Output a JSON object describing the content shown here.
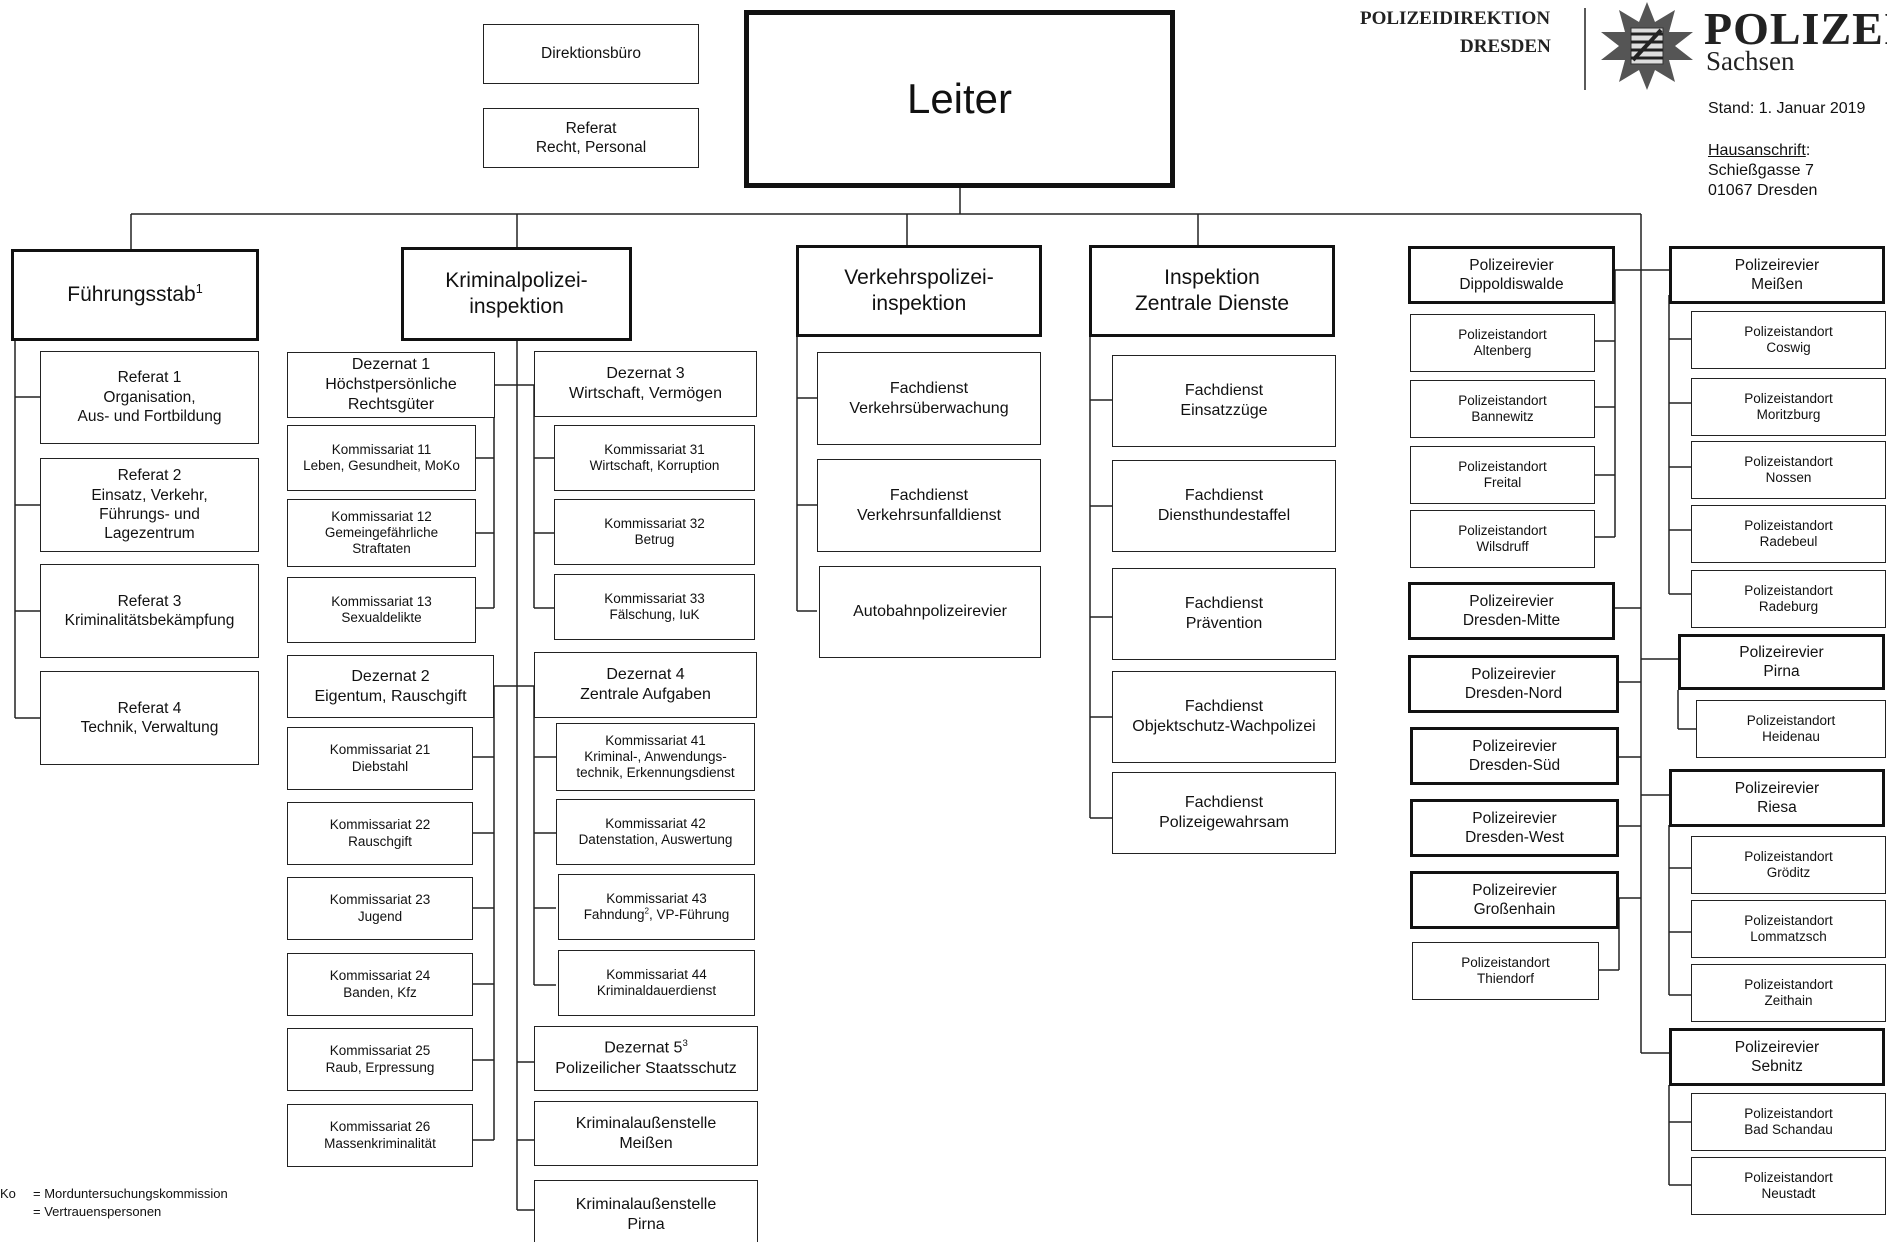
{
  "header": {
    "direction_line1": "POLIZEIDIREKTION",
    "direction_line2": "DRESDEN",
    "brand_word": "POLIZEI",
    "brand_state": "Sachsen",
    "stand": "Stand: 1. Januar 2019",
    "address_label": "Hausanschrift",
    "address_colon": ":",
    "address_street": "Schießgasse 7",
    "address_city": "01067 Dresden"
  },
  "top": {
    "leiter": "Leiter",
    "direktionsbuero": "Direktionsbüro",
    "referat_recht": [
      "Referat",
      "Recht, Personal"
    ]
  },
  "fuehrungsstab": {
    "title": "Führungsstab",
    "title_sup": "1",
    "units": [
      [
        "Referat 1",
        "Organisation,",
        "Aus- und Fortbildung"
      ],
      [
        "Referat 2",
        "Einsatz, Verkehr,",
        "Führungs- und",
        "Lagezentrum"
      ],
      [
        "Referat 3",
        "Kriminalitätsbekämpfung"
      ],
      [
        "Referat 4",
        "Technik, Verwaltung"
      ]
    ]
  },
  "kpi": {
    "title": [
      "Kriminalpolizei-",
      "inspektion"
    ],
    "dezernat1": [
      "Dezernat 1",
      "Höchstpersönliche",
      "Rechtsgüter"
    ],
    "d1_units": [
      [
        "Kommissariat 11",
        "Leben, Gesundheit, MoKo"
      ],
      [
        "Kommissariat 12",
        "Gemeingefährliche",
        "Straftaten"
      ],
      [
        "Kommissariat 13",
        "Sexualdelikte"
      ]
    ],
    "dezernat2": [
      "Dezernat 2",
      "Eigentum, Rauschgift"
    ],
    "d2_units": [
      [
        "Kommissariat 21",
        "Diebstahl"
      ],
      [
        "Kommissariat 22",
        "Rauschgift"
      ],
      [
        "Kommissariat 23",
        "Jugend"
      ],
      [
        "Kommissariat 24",
        "Banden, Kfz"
      ],
      [
        "Kommissariat 25",
        "Raub, Erpressung"
      ],
      [
        "Kommissariat 26",
        "Massenkriminalität"
      ]
    ],
    "dezernat3": [
      "Dezernat 3",
      "Wirtschaft, Vermögen"
    ],
    "d3_units": [
      [
        "Kommissariat 31",
        "Wirtschaft, Korruption"
      ],
      [
        "Kommissariat 32",
        "Betrug"
      ],
      [
        "Kommissariat 33",
        "Fälschung, IuK"
      ]
    ],
    "dezernat4": [
      "Dezernat 4",
      "Zentrale Aufgaben"
    ],
    "d4_units": [
      [
        "Kommissariat 41",
        "Kriminal-, Anwendungs-",
        "technik, Erkennungsdienst"
      ],
      [
        "Kommissariat 42",
        "Datenstation, Auswertung"
      ],
      [
        "Kommissariat 43",
        "Fahndung, VP-Führung"
      ],
      [
        "Kommissariat 44",
        "Kriminaldauerdienst"
      ]
    ],
    "k43_sup": "2",
    "dezernat5": [
      "Dezernat 5",
      "Polizeilicher Staatsschutz"
    ],
    "dezernat5_sup": "3",
    "aussen": [
      [
        "Kriminalaußenstelle",
        "Meißen"
      ],
      [
        "Kriminalaußenstelle",
        "Pirna"
      ]
    ]
  },
  "vpi": {
    "title": [
      "Verkehrspolizei-",
      "inspektion"
    ],
    "units": [
      [
        "Fachdienst",
        "Verkehrsüberwachung"
      ],
      [
        "Fachdienst",
        "Verkehrsunfalldienst"
      ],
      [
        "Autobahnpolizeirevier"
      ]
    ]
  },
  "izd": {
    "title": [
      "Inspektion",
      "Zentrale Dienste"
    ],
    "units": [
      [
        "Fachdienst",
        "Einsatzzüge"
      ],
      [
        "Fachdienst",
        "Diensthundestaffel"
      ],
      [
        "Fachdienst",
        "Prävention"
      ],
      [
        "Fachdienst",
        "Objektschutz-Wachpolizei"
      ],
      [
        "Fachdienst",
        "Polizeigewahrsam"
      ]
    ]
  },
  "reviere_left": {
    "dippoldiswalde": [
      "Polizeirevier",
      "Dippoldiswalde"
    ],
    "dippoldiswalde_standorte": [
      [
        "Polizeistandort",
        "Altenberg"
      ],
      [
        "Polizeistandort",
        "Bannewitz"
      ],
      [
        "Polizeistandort",
        "Freital"
      ],
      [
        "Polizeistandort",
        "Wilsdruff"
      ]
    ],
    "dresden": [
      [
        "Polizeirevier",
        "Dresden-Mitte"
      ],
      [
        "Polizeirevier",
        "Dresden-Nord"
      ],
      [
        "Polizeirevier",
        "Dresden-Süd"
      ],
      [
        "Polizeirevier",
        "Dresden-West"
      ],
      [
        "Polizeirevier",
        "Großenhain"
      ]
    ],
    "thiendorf": [
      "Polizeistandort",
      "Thiendorf"
    ]
  },
  "reviere_right": {
    "meissen": [
      "Polizeirevier",
      "Meißen"
    ],
    "meissen_standorte": [
      [
        "Polizeistandort",
        "Coswig"
      ],
      [
        "Polizeistandort",
        "Moritzburg"
      ],
      [
        "Polizeistandort",
        "Nossen"
      ],
      [
        "Polizeistandort",
        "Radebeul"
      ],
      [
        "Polizeistandort",
        "Radeburg"
      ]
    ],
    "pirna": [
      "Polizeirevier",
      "Pirna"
    ],
    "pirna_standorte": [
      [
        "Polizeistandort",
        "Heidenau"
      ]
    ],
    "riesa": [
      "Polizeirevier",
      "Riesa"
    ],
    "riesa_standorte": [
      [
        "Polizeistandort",
        "Gröditz"
      ],
      [
        "Polizeistandort",
        "Lommatzsch"
      ],
      [
        "Polizeistandort",
        "Zeithain"
      ]
    ],
    "sebnitz": [
      "Polizeirevier",
      "Sebnitz"
    ],
    "sebnitz_standorte": [
      [
        "Polizeistandort",
        "Bad Schandau"
      ],
      [
        "Polizeistandort",
        "Neustadt"
      ]
    ]
  },
  "legend": {
    "moko_abbr": "Ko",
    "moko_text": "=  Morduntersuchungskommission",
    "vp_text": "=  Vertrauenspersonen"
  }
}
